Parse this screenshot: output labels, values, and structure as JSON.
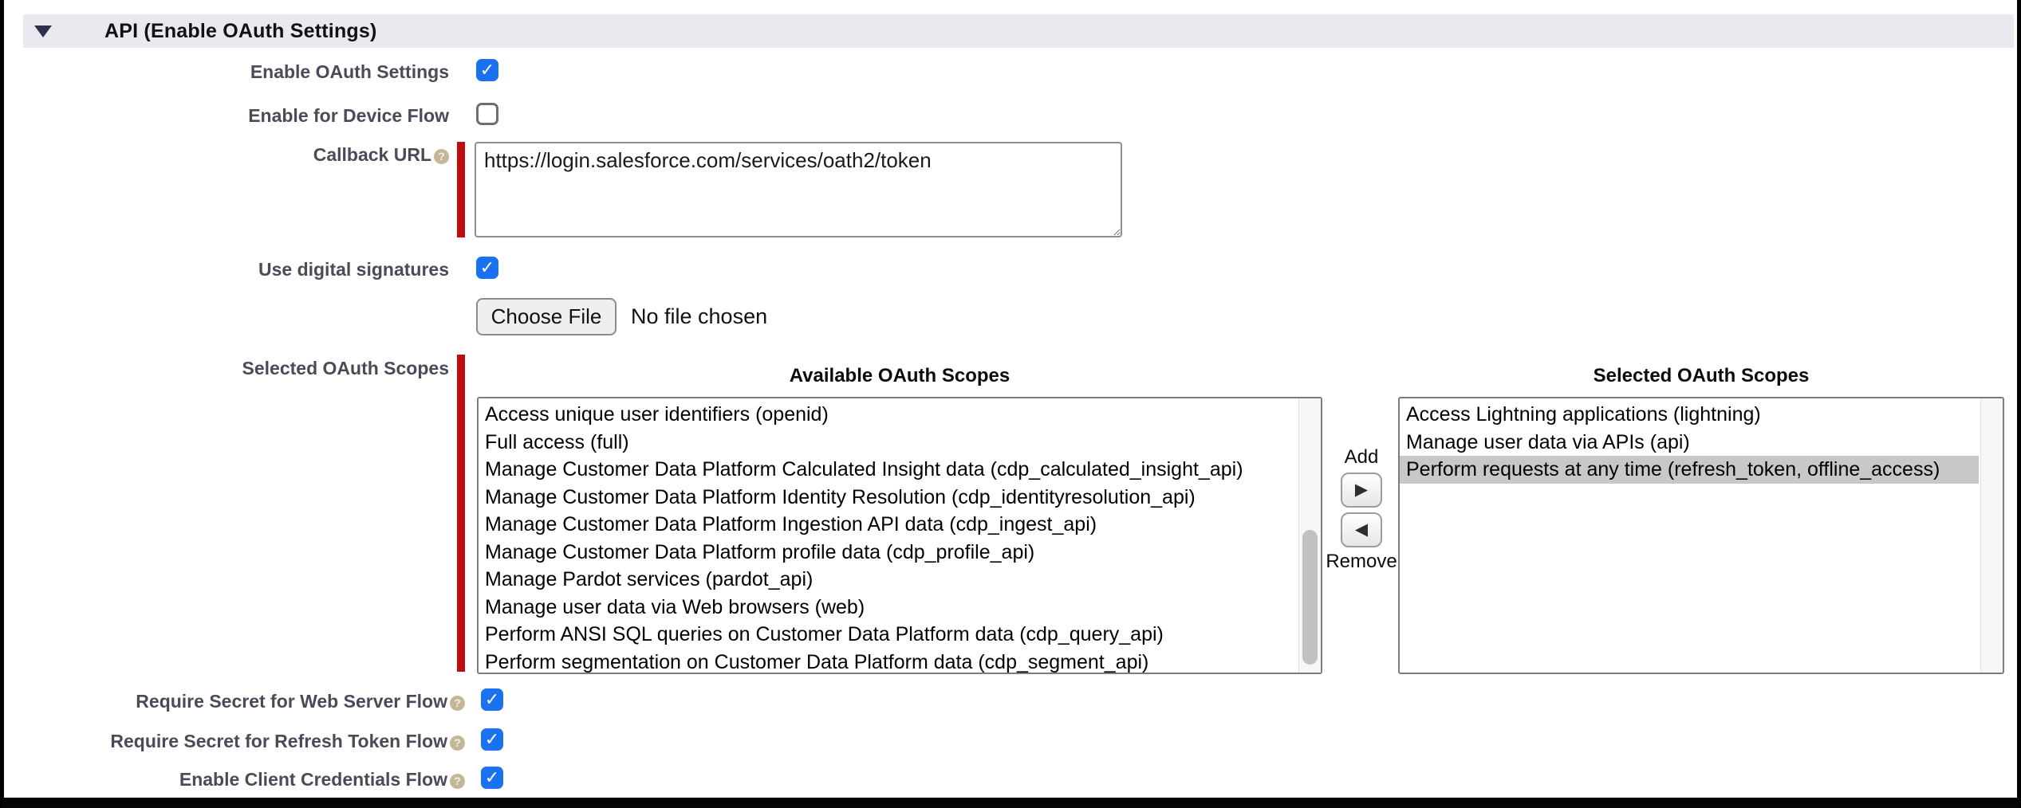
{
  "section": {
    "title": "API (Enable OAuth Settings)"
  },
  "icons": {
    "check": "✓",
    "help": "?",
    "add_arrow": "▶",
    "remove_arrow": "◀",
    "collapse": "triangle-down"
  },
  "fields": {
    "enable_oauth": {
      "label": "Enable OAuth Settings",
      "checked": true
    },
    "device_flow": {
      "label": "Enable for Device Flow",
      "checked": false
    },
    "callback_url": {
      "label": "Callback URL",
      "required": true,
      "value": "https://login.salesforce.com/services/oath2/token"
    },
    "digital_signatures": {
      "label": "Use digital signatures",
      "checked": true
    },
    "certificate_upload": {
      "button_label": "Choose File",
      "status": "No file chosen"
    },
    "scopes": {
      "label": "Selected OAuth Scopes",
      "required": true,
      "available_header": "Available OAuth Scopes",
      "selected_header": "Selected OAuth Scopes",
      "available": [
        "Access unique user identifiers (openid)",
        "Full access (full)",
        "Manage Customer Data Platform Calculated Insight data (cdp_calculated_insight_api)",
        "Manage Customer Data Platform Identity Resolution (cdp_identityresolution_api)",
        "Manage Customer Data Platform Ingestion API data (cdp_ingest_api)",
        "Manage Customer Data Platform profile data (cdp_profile_api)",
        "Manage Pardot services (pardot_api)",
        "Manage user data via Web browsers (web)",
        "Perform ANSI SQL queries on Customer Data Platform data (cdp_query_api)",
        "Perform segmentation on Customer Data Platform data (cdp_segment_api)"
      ],
      "selected": [
        {
          "label": "Access Lightning applications (lightning)",
          "highlighted": false
        },
        {
          "label": "Manage user data via APIs (api)",
          "highlighted": false
        },
        {
          "label": "Perform requests at any time (refresh_token, offline_access)",
          "highlighted": true
        }
      ],
      "add_label": "Add",
      "remove_label": "Remove"
    },
    "require_secret_web": {
      "label": "Require Secret for Web Server Flow",
      "checked": true
    },
    "require_secret_refresh": {
      "label": "Require Secret for Refresh Token Flow",
      "checked": true
    },
    "client_credentials": {
      "label": "Enable Client Credentials Flow",
      "checked": true
    }
  },
  "colors": {
    "accent_blue": "#1b72f0",
    "required_red": "#c00c0c",
    "section_bar": "#e9e9ef",
    "highlight_gray": "#c8c8c8"
  }
}
